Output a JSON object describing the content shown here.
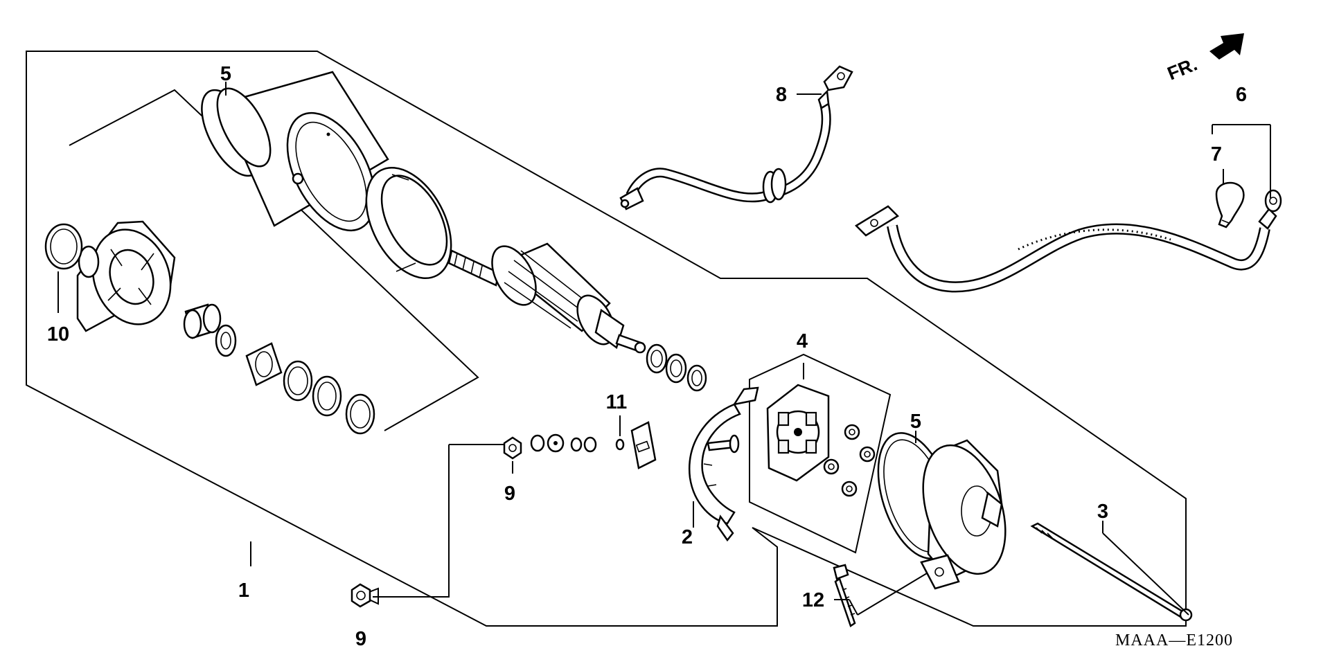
{
  "diagram": {
    "callouts": {
      "c1": "1",
      "c2": "2",
      "c3": "3",
      "c4": "4",
      "c5_top": "5",
      "c5_right": "5",
      "c6": "6",
      "c7": "7",
      "c8": "8",
      "c9_upper": "9",
      "c9_lower": "9",
      "c10": "10",
      "c11": "11",
      "c12": "12"
    },
    "direction_label": "FR.",
    "drawing_code": "MAAA—E1200"
  }
}
